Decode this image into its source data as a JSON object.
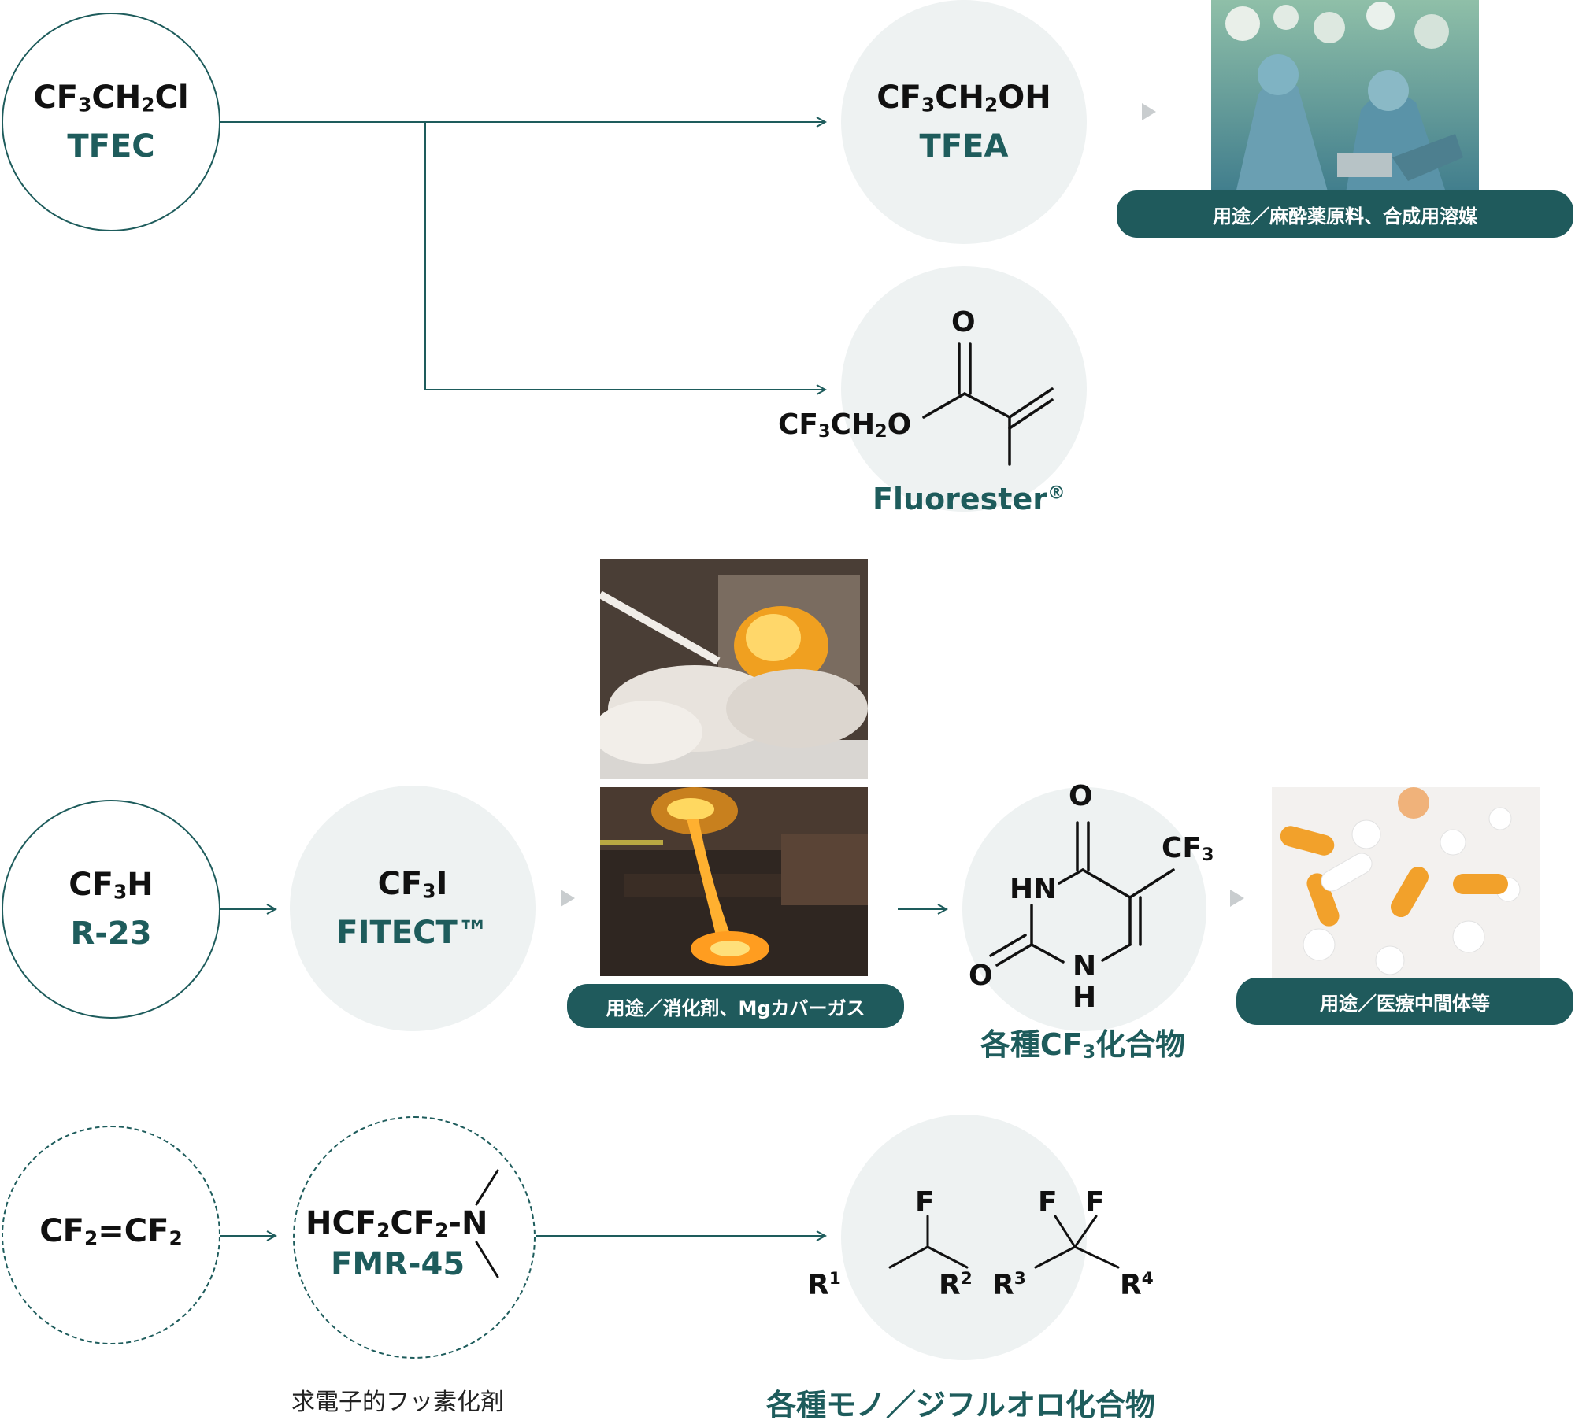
{
  "tfec": {
    "formula": [
      "CF",
      "3",
      "CH",
      "2",
      "Cl"
    ],
    "name": "TFEC"
  },
  "tfea": {
    "formula": [
      "CF",
      "3",
      "CH",
      "2",
      "OH"
    ],
    "name": "TFEA"
  },
  "tfea_use": "用途／麻酔薬原料、合成用溶媒",
  "fluorester": {
    "o_atom": "O",
    "group": [
      "CF",
      "3",
      "CH",
      "2",
      "O"
    ],
    "name": "Fluorester",
    "mark": "®"
  },
  "r23": {
    "formula": [
      "CF",
      "3",
      "H"
    ],
    "name": "R-23"
  },
  "fitect": {
    "formula": [
      "CF",
      "3",
      "I"
    ],
    "name": "FITECT™"
  },
  "fitect_use": "用途／消化剤、Mgカバーガス",
  "uracil": {
    "o_top": "O",
    "cf3": [
      "CF",
      "3"
    ],
    "hn": "HN",
    "o_left": "O",
    "n": "N",
    "h": "H",
    "name_parts": [
      "各種CF",
      "3",
      "化合物"
    ]
  },
  "medical_use": "用途／医療中間体等",
  "tfe": {
    "formula": [
      "CF",
      "2",
      "=CF",
      "2"
    ]
  },
  "fmr45": {
    "formula": [
      "HCF",
      "2",
      "CF",
      "2",
      "-N"
    ],
    "name": "FMR-45",
    "caption": "求電子的フッ素化剤"
  },
  "fluoro": {
    "f": "F",
    "r": "R",
    "sup1": "1",
    "sup2": "2",
    "sup3": "3",
    "sup4": "4",
    "name": "各種モノ／ジフルオロ化合物"
  },
  "colors": {
    "teal": "#1e5c5c",
    "pill": "#1f5a5c",
    "circle_fill": "#eef2f2",
    "arrowhead": "#c9cdcf"
  },
  "photos": [
    "surgery-photo",
    "fire-extinguishing-photo",
    "molten-metal-photo",
    "pills-photo"
  ]
}
